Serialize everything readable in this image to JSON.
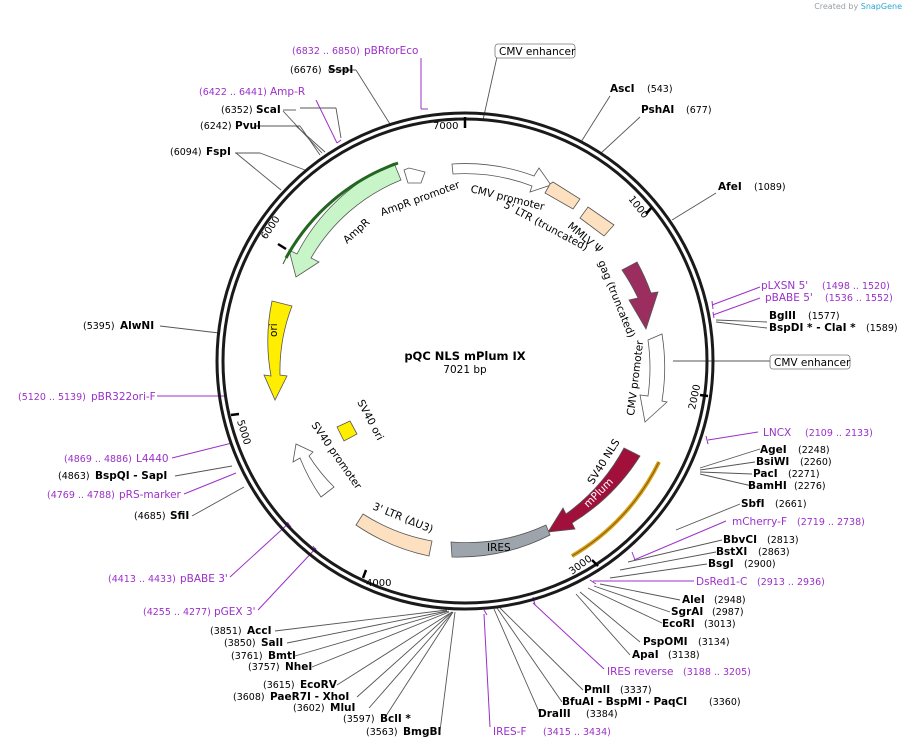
{
  "credit": {
    "prefix": "Created by ",
    "brand": "SnapGene"
  },
  "plasmid": {
    "name": "pQC NLS mPlum IX",
    "length_label": "7021 bp",
    "length": 7021
  },
  "ticks": [
    "1000",
    "2000",
    "3000",
    "4000",
    "5000",
    "6000",
    "7000"
  ],
  "features": [
    {
      "name": "CMV enhancer",
      "color": "#ffffff"
    },
    {
      "name": "CMV promoter",
      "color": "#ffffff"
    },
    {
      "name": "5' LTR (truncated)",
      "color": "#fde0c0"
    },
    {
      "name": "MMLV Ψ",
      "color": "#fde0c0"
    },
    {
      "name": "gag (truncated)",
      "color": "#9c2d5f"
    },
    {
      "name": "CMV promoter",
      "color": "#ffffff"
    },
    {
      "name": "SV40 NLS",
      "color": "#a0103a"
    },
    {
      "name": "mPlum",
      "color": "#a0103a"
    },
    {
      "name": "IRES",
      "color": "#9ea4ab"
    },
    {
      "name": "3' LTR (ΔU3)",
      "color": "#fde0c0"
    },
    {
      "name": "SV40 promoter",
      "color": "#ffffff"
    },
    {
      "name": "SV40 ori",
      "color": "#ffee00"
    },
    {
      "name": "ori",
      "color": "#ffee00"
    },
    {
      "name": "AmpR",
      "color": "#c8f5c8"
    },
    {
      "name": "AmpR promoter",
      "color": "#ffffff"
    }
  ],
  "sites": [
    {
      "name": "SspI",
      "pos": "(6676)"
    },
    {
      "name": "ScaI",
      "pos": "(6352)"
    },
    {
      "name": "PvuI",
      "pos": "(6242)"
    },
    {
      "name": "FspI",
      "pos": "(6094)"
    },
    {
      "name": "AscI",
      "pos": "(543)"
    },
    {
      "name": "PshAI",
      "pos": "(677)"
    },
    {
      "name": "AfeI",
      "pos": "(1089)"
    },
    {
      "name": "BglII",
      "pos": "(1577)"
    },
    {
      "name": "BspDI * - ClaI *",
      "pos": "(1589)"
    },
    {
      "name": "AlwNI",
      "pos": "(5395)"
    },
    {
      "name": "AgeI",
      "pos": "(2248)"
    },
    {
      "name": "BsiWI",
      "pos": "(2260)"
    },
    {
      "name": "PacI",
      "pos": "(2271)"
    },
    {
      "name": "BamHI",
      "pos": "(2276)"
    },
    {
      "name": "SbfI",
      "pos": "(2661)"
    },
    {
      "name": "BbvCI",
      "pos": "(2813)"
    },
    {
      "name": "BstXI",
      "pos": "(2863)"
    },
    {
      "name": "BsgI",
      "pos": "(2900)"
    },
    {
      "name": "AleI",
      "pos": "(2948)"
    },
    {
      "name": "SgrAI",
      "pos": "(2987)"
    },
    {
      "name": "EcoRI",
      "pos": "(3013)"
    },
    {
      "name": "PspOMI",
      "pos": "(3134)"
    },
    {
      "name": "ApaI",
      "pos": "(3138)"
    },
    {
      "name": "PmlI",
      "pos": "(3337)"
    },
    {
      "name": "BfuAI - BspMI - PaqCI",
      "pos": "(3360)"
    },
    {
      "name": "DraIII",
      "pos": "(3384)"
    },
    {
      "name": "BspQI - SapI",
      "pos": "(4863)"
    },
    {
      "name": "SfiI",
      "pos": "(4685)"
    },
    {
      "name": "AccI",
      "pos": "(3851)"
    },
    {
      "name": "SalI",
      "pos": "(3850)"
    },
    {
      "name": "BmtI",
      "pos": "(3761)"
    },
    {
      "name": "NheI",
      "pos": "(3757)"
    },
    {
      "name": "EcoRV",
      "pos": "(3615)"
    },
    {
      "name": "PaeR7I - XhoI",
      "pos": "(3608)"
    },
    {
      "name": "MluI",
      "pos": "(3602)"
    },
    {
      "name": "BclI *",
      "pos": "(3597)"
    },
    {
      "name": "BmgBI",
      "pos": "(3563)"
    }
  ],
  "primers": [
    {
      "name": "pBRforEco",
      "range": "(6832 .. 6850)"
    },
    {
      "name": "Amp-R",
      "range": "(6422 .. 6441)"
    },
    {
      "name": "pLXSN 5'",
      "range": "(1498 .. 1520)"
    },
    {
      "name": "pBABE 5'",
      "range": "(1536 .. 1552)"
    },
    {
      "name": "pBR322ori-F",
      "range": "(5120 .. 5139)"
    },
    {
      "name": "LNCX",
      "range": "(2109 .. 2133)"
    },
    {
      "name": "L4440",
      "range": "(4869 .. 4886)"
    },
    {
      "name": "pRS-marker",
      "range": "(4769 .. 4788)"
    },
    {
      "name": "mCherry-F",
      "range": "(2719 .. 2738)"
    },
    {
      "name": "DsRed1-C",
      "range": "(2913 .. 2936)"
    },
    {
      "name": "pBABE 3'",
      "range": "(4413 .. 4433)"
    },
    {
      "name": "pGEX 3'",
      "range": "(4255 .. 4277)"
    },
    {
      "name": "IRES reverse",
      "range": "(3188 .. 3205)"
    },
    {
      "name": "IRES-F",
      "range": "(3415 .. 3434)"
    }
  ]
}
